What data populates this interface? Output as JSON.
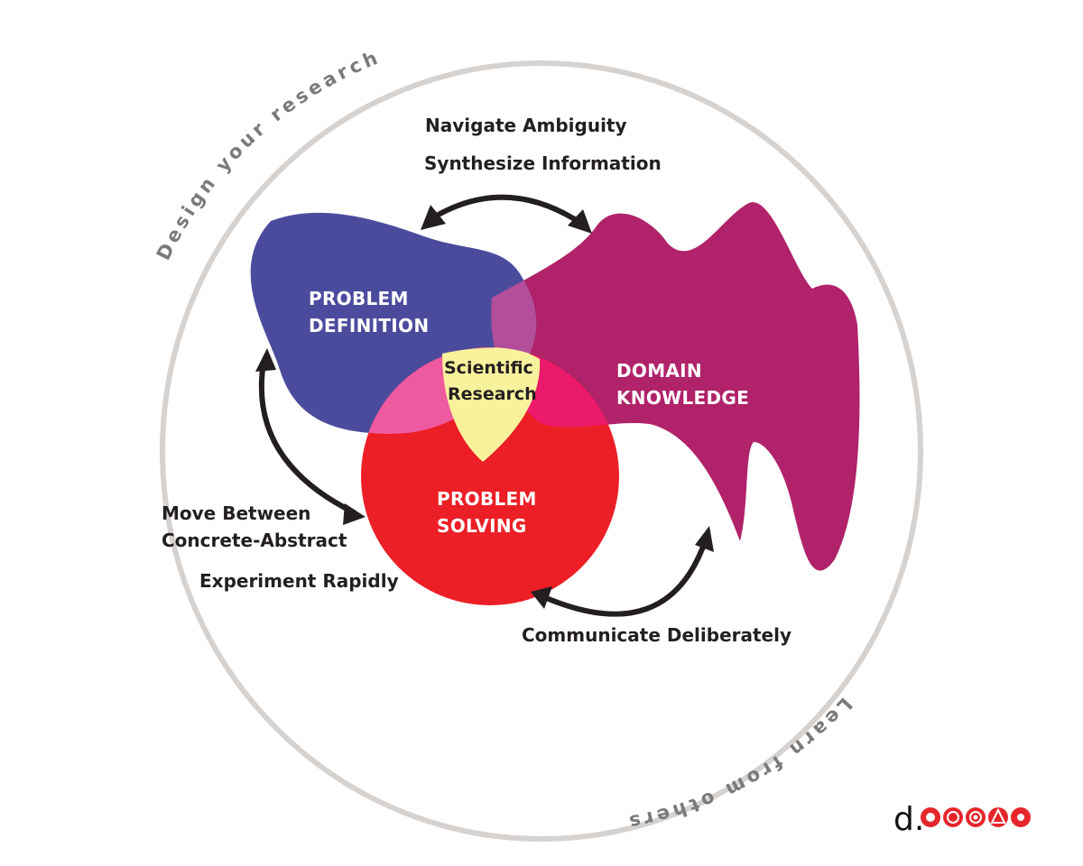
{
  "outer_ring": {
    "top_arc_text": "Design your research",
    "bottom_arc_text": "Learn from others"
  },
  "regions": {
    "problem_definition": [
      "PROBLEM",
      "DEFINITION"
    ],
    "domain_knowledge": [
      "DOMAIN",
      "KNOWLEDGE"
    ],
    "problem_solving": [
      "PROBLEM",
      "SOLVING"
    ],
    "center": [
      "Scientific",
      "Research"
    ]
  },
  "skills": {
    "top_1": "Navigate Ambiguity",
    "top_2": "Synthesize Information",
    "left_1": "Move Between",
    "left_2": "Concrete-Abstract",
    "left_3": "Experiment Rapidly",
    "bottom": "Communicate Deliberately"
  },
  "logo": {
    "letter": "d.",
    "colors": [
      "#e5262b",
      "#e5262b",
      "#e5262b",
      "#e5262b",
      "#e5262b"
    ]
  },
  "colors": {
    "problem_definition": "#4b4b9e",
    "domain_knowledge": "#b0226a",
    "problem_solving": "#ec1f26",
    "center": "#f8f29c",
    "ring": "#d6d2cf"
  }
}
